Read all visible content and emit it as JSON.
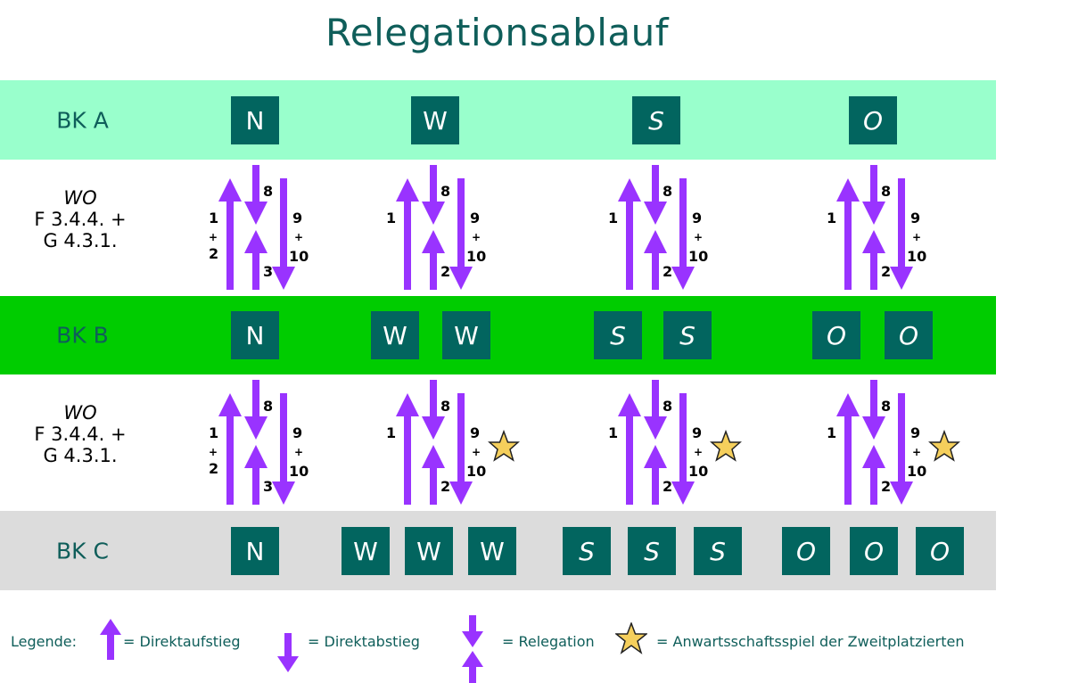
{
  "title": "Relegationsablauf",
  "colors": {
    "title": "#0f5e5a",
    "band_a": "#99ffcc",
    "band_b": "#00cc00",
    "band_c": "#dcdcdc",
    "box": "#02655f",
    "arrow": "#9933ff",
    "star_fill": "#f5cf5c"
  },
  "bands": [
    {
      "label": "BK A",
      "groups": [
        [
          "N"
        ],
        [
          "W"
        ],
        [
          "S"
        ],
        [
          "O"
        ]
      ]
    },
    {
      "label": "BK B",
      "groups": [
        [
          "N"
        ],
        [
          "W",
          "W"
        ],
        [
          "S",
          "S"
        ],
        [
          "O",
          "O"
        ]
      ]
    },
    {
      "label": "BK C",
      "groups": [
        [
          "N"
        ],
        [
          "W",
          "W",
          "W"
        ],
        [
          "S",
          "S",
          "S"
        ],
        [
          "O",
          "O",
          "O"
        ]
      ]
    }
  ],
  "transitions": [
    {
      "rule_lines": [
        "WO",
        "F 3.4.4. +",
        "G 4.3.1."
      ],
      "columns": [
        {
          "up_label": [
            "1",
            "+",
            "2"
          ],
          "relegation_down": "8",
          "relegation_up": "3",
          "down_label": [
            "9",
            "+",
            "10"
          ],
          "star": false
        },
        {
          "up_label": [
            "1"
          ],
          "relegation_down": "8",
          "relegation_up": "2",
          "down_label": [
            "9",
            "+",
            "10"
          ],
          "star": false
        },
        {
          "up_label": [
            "1"
          ],
          "relegation_down": "8",
          "relegation_up": "2",
          "down_label": [
            "9",
            "+",
            "10"
          ],
          "star": false
        },
        {
          "up_label": [
            "1"
          ],
          "relegation_down": "8",
          "relegation_up": "2",
          "down_label": [
            "9",
            "+",
            "10"
          ],
          "star": false
        }
      ]
    },
    {
      "rule_lines": [
        "WO",
        "F 3.4.4. +",
        "G 4.3.1."
      ],
      "columns": [
        {
          "up_label": [
            "1",
            "+",
            "2"
          ],
          "relegation_down": "8",
          "relegation_up": "3",
          "down_label": [
            "9",
            "+",
            "10"
          ],
          "star": false
        },
        {
          "up_label": [
            "1"
          ],
          "relegation_down": "8",
          "relegation_up": "2",
          "down_label": [
            "9",
            "+",
            "10"
          ],
          "star": true
        },
        {
          "up_label": [
            "1"
          ],
          "relegation_down": "8",
          "relegation_up": "2",
          "down_label": [
            "9",
            "+",
            "10"
          ],
          "star": true
        },
        {
          "up_label": [
            "1"
          ],
          "relegation_down": "8",
          "relegation_up": "2",
          "down_label": [
            "9",
            "+",
            "10"
          ],
          "star": true
        }
      ]
    }
  ],
  "legend": {
    "heading": "Legende:",
    "items": [
      {
        "icon": "arrow-up-icon",
        "label": "= Direktaufstieg"
      },
      {
        "icon": "arrow-down-icon",
        "label": "= Direktabstieg"
      },
      {
        "icon": "relegation-arrows-icon",
        "label": "= Relegation"
      },
      {
        "icon": "star-icon",
        "label": "= Anwartsschaftsspiel der Zweitplatzierten"
      }
    ]
  }
}
